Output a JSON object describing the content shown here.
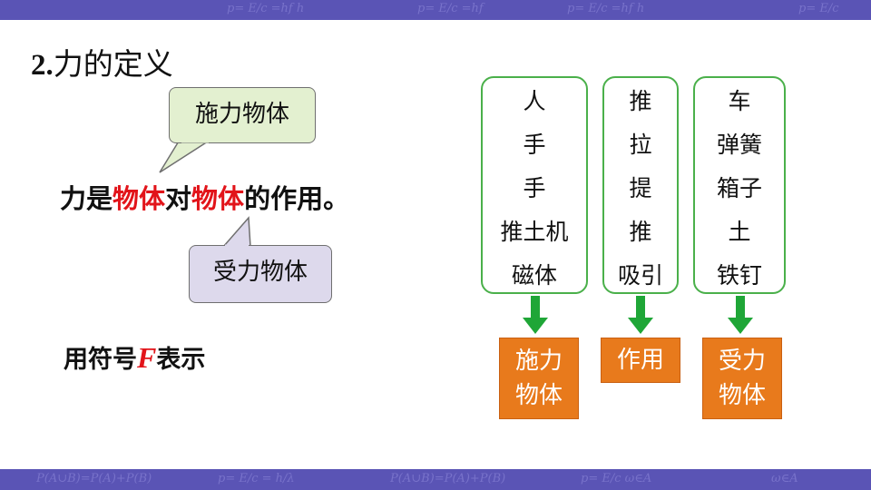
{
  "slide": {
    "title_number": "2.",
    "title_text": "力的定义",
    "callout_top": "施力物体",
    "callout_bottom": "受力物体",
    "definition": {
      "p1": "力是",
      "r1": "物体",
      "p2": "对",
      "r2": "物体",
      "p3": "的作用。"
    },
    "symbol": {
      "prefix": "用符号",
      "letter": "F",
      "suffix": "表示"
    }
  },
  "diagram": {
    "columns": [
      {
        "items": [
          "人",
          "手",
          "手",
          "推土机",
          "磁体"
        ],
        "box": [
          "施力",
          "物体"
        ]
      },
      {
        "items": [
          "推",
          "拉",
          "提",
          "推",
          "吸引"
        ],
        "box": [
          "作用"
        ]
      },
      {
        "items": [
          "车",
          "弹簧",
          "箱子",
          "土",
          "铁钉"
        ],
        "box": [
          "受力",
          "物体"
        ]
      }
    ]
  },
  "colors": {
    "band": "#5a54b5",
    "accent_red": "#e2141a",
    "column_border": "#4ab04a",
    "arrow": "#1fa637",
    "box_orange": "#e87a1c",
    "callout_green": "#e3f0d0",
    "callout_purple": "#ddd9ec"
  }
}
